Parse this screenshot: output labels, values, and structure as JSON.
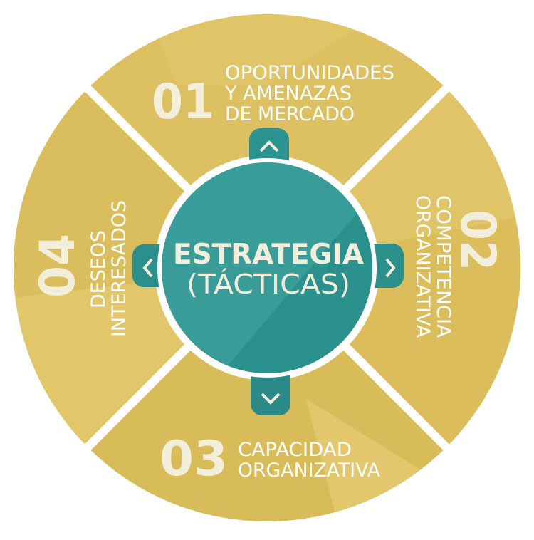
{
  "colors": {
    "segment_light": "#e1c66b",
    "segment_dark": "#d8bc5a",
    "divider": "#ffffff",
    "center_teal": "#2b9490",
    "center_teal_light": "#3a9c98",
    "text_cream": "#f3eedc",
    "text_white": "#ffffff"
  },
  "center": {
    "title": "ESTRATEGIA",
    "subtitle": "(TÁCTICAS)"
  },
  "arrows": {
    "up": "up-chevron",
    "right": "right-chevron",
    "down": "down-chevron",
    "left": "left-chevron"
  },
  "segments": [
    {
      "number": "01",
      "lines": [
        "OPORTUNIDADES",
        "Y AMENAZAS",
        "DE MERCADO"
      ],
      "position": "top"
    },
    {
      "number": "02",
      "lines": [
        "COMPETENCIA",
        "ORGANIZATIVA"
      ],
      "position": "right"
    },
    {
      "number": "03",
      "lines": [
        "CAPACIDAD",
        "ORGANIZATIVA"
      ],
      "position": "bottom"
    },
    {
      "number": "04",
      "lines": [
        "DESEOS",
        "INTERESADOS"
      ],
      "position": "left"
    }
  ]
}
